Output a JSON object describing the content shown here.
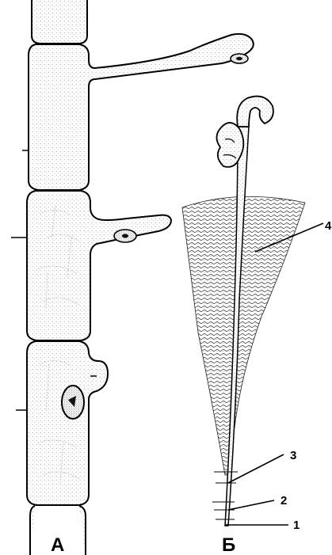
{
  "figure": {
    "panels": [
      {
        "id": "A",
        "label": "А"
      },
      {
        "id": "B",
        "label": "Б"
      }
    ],
    "callouts": [
      "1",
      "2",
      "3",
      "4"
    ]
  }
}
